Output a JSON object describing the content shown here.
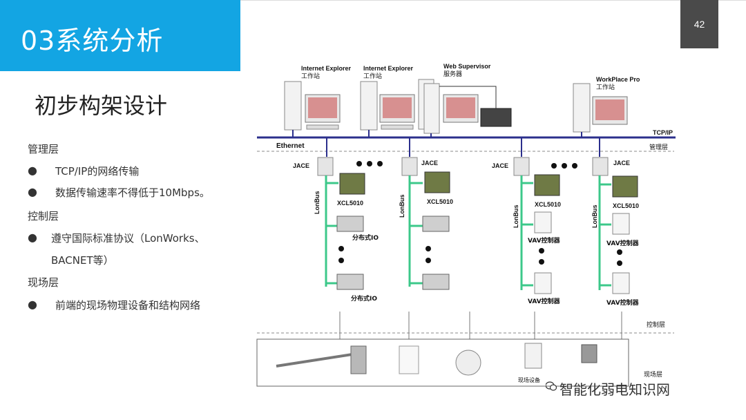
{
  "header": {
    "title": "03系统分析",
    "page_number": "42"
  },
  "subtitle": "初步构架设计",
  "sections": [
    {
      "heading": "管理层",
      "bullets": [
        "TCP/IP的网络传输",
        "数据传输速率不得低于10Mbps。"
      ]
    },
    {
      "heading": "控制层",
      "bullets": [
        "遵守国际标准协议（LonWorks、",
        "BACNET等）"
      ]
    },
    {
      "heading": "现场层",
      "bullets": [
        "前端的现场物理设备和结构网络"
      ]
    }
  ],
  "diagram": {
    "workstations": [
      {
        "name": "Internet Explorer",
        "sub": "工作站"
      },
      {
        "name": "Internet Explorer",
        "sub": "工作站"
      },
      {
        "name": "Web Supervisor",
        "sub": "服务器"
      },
      {
        "name": "WorkPlace Pro",
        "sub": "工作站"
      }
    ],
    "network": {
      "ethernet": "Ethernet",
      "tcpip": "TCP/IP"
    },
    "layers": {
      "management": "管理层",
      "control": "控制层",
      "field": "现场层"
    },
    "jace": "JACE",
    "lonbus": "LonBus",
    "controller": "XCL5010",
    "dist_io": "分布式IO",
    "vav": "VAV控制器",
    "field_device_label": "现场设备"
  },
  "watermark": "智能化弱电知识网",
  "colors": {
    "title_bg": "#13a5e3",
    "bus": "#2b2f8c",
    "lonbus": "#3cc88a",
    "page_box": "#4a4a4a"
  }
}
